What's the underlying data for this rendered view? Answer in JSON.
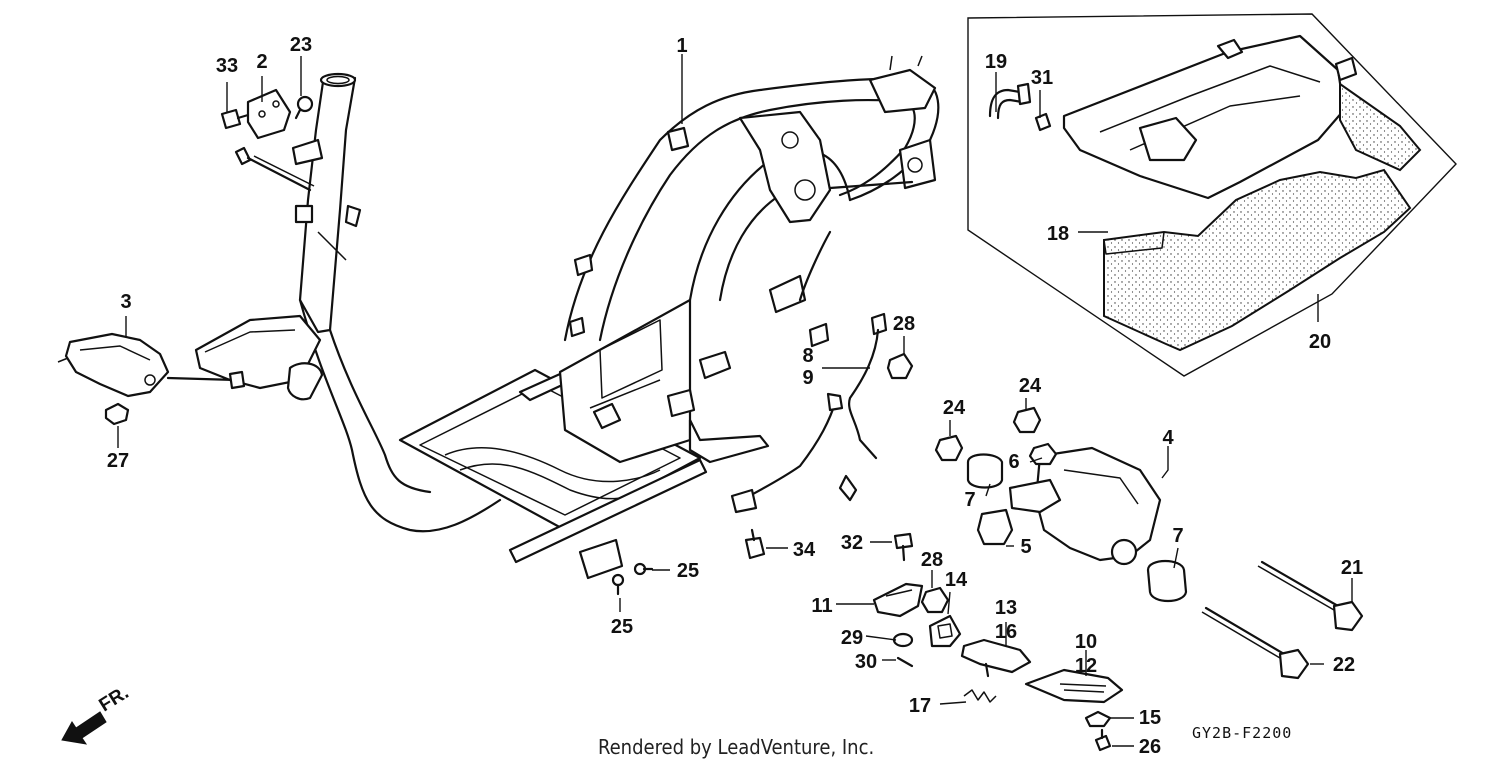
{
  "diagram": {
    "reference_code": "GY2B-F2200",
    "credit": "Rendered by LeadVenture, Inc.",
    "direction_label": "FR.",
    "callouts": [
      "1",
      "2",
      "3",
      "4",
      "5",
      "6",
      "7",
      "7",
      "8",
      "9",
      "10",
      "11",
      "12",
      "13",
      "14",
      "15",
      "16",
      "17",
      "18",
      "19",
      "20",
      "21",
      "22",
      "23",
      "24",
      "24",
      "25",
      "25",
      "26",
      "27",
      "28",
      "28",
      "29",
      "30",
      "31",
      "32",
      "33",
      "34"
    ]
  }
}
